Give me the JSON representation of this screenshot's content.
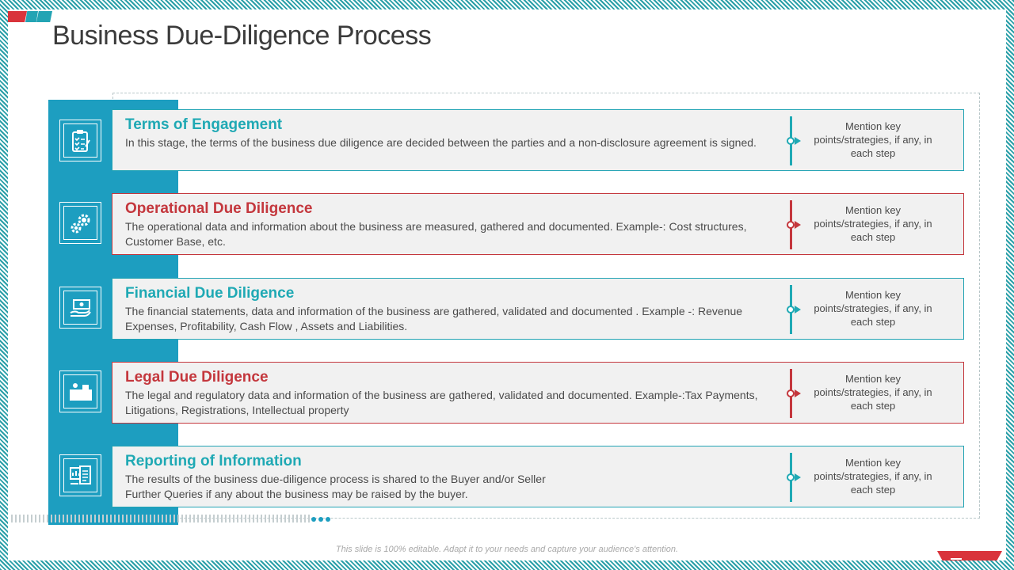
{
  "title": "Business Due-Diligence Process",
  "footer": "This slide is 100% editable. Adapt it to your needs and capture your audience's attention.",
  "colors": {
    "teal": "#1fa9b4",
    "red": "#c4373d",
    "bar_blue": "#1d9ec0"
  },
  "steps": [
    {
      "title": "Terms of Engagement",
      "desc": "In this stage, the terms of the business due diligence are decided between the parties and a non-disclosure agreement is signed.",
      "note": "Mention key points/strategies, if any, in each step",
      "icon": "clipboard-checklist-icon",
      "accent": "teal"
    },
    {
      "title": "Operational Due Diligence",
      "desc": "The operational data and information about the business  are measured,   gathered and documented. Example-: Cost structures, Customer Base, etc.",
      "note": "Mention key points/strategies, if any, in each step",
      "icon": "gears-icon",
      "accent": "red"
    },
    {
      "title": "Financial Due Diligence",
      "desc": "The financial statements,  data and information of the business  are gathered, validated and documented .  Example -: Revenue Expenses,  Profitability, Cash Flow , Assets and Liabilities.",
      "note": "Mention key points/strategies, if any, in each step",
      "icon": "money-hand-icon",
      "accent": "teal"
    },
    {
      "title": "Legal Due Diligence",
      "desc": "The legal and regulatory data and information of the business are gathered, validated and documented. Example-:Tax Payments,  Litigations, Registrations, Intellectual property",
      "note": "Mention key points/strategies, if any, in each step",
      "icon": "legal-desk-icon",
      "accent": "red"
    },
    {
      "title": "Reporting of Information",
      "desc": "The results of the business  due-diligence process is shared to the Buyer and/or Seller\nFurther Queries if any about the business may be raised  by the buyer.",
      "note": "Mention key points/strategies, if any, in each step",
      "icon": "report-document-icon",
      "accent": "teal"
    }
  ]
}
